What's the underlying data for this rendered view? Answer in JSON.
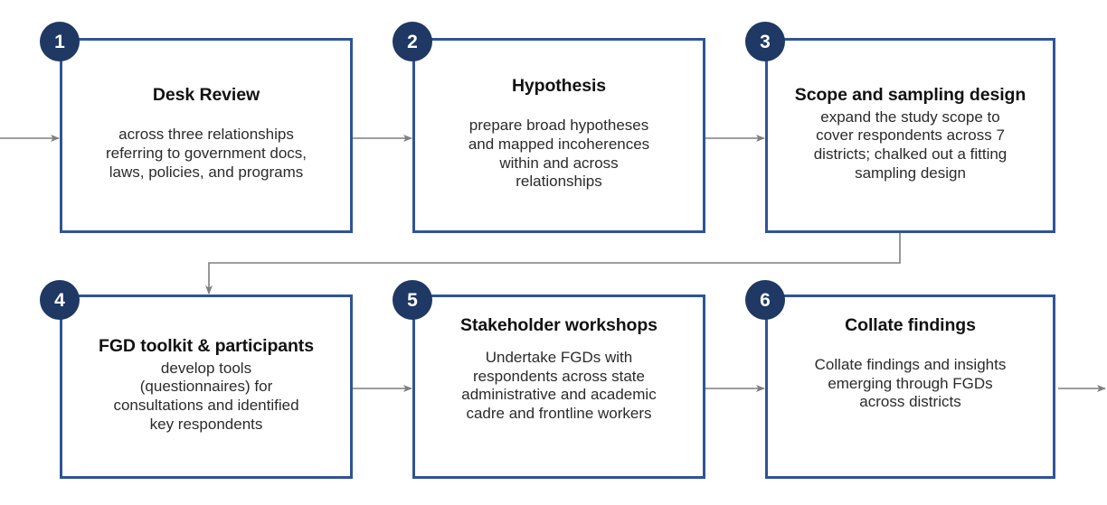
{
  "diagram": {
    "type": "process-flow",
    "orientation": "two-row-snake",
    "accent_border_color": "#2F5496",
    "badge_color": "#1F3864",
    "connector_color": "#7f7f7f",
    "background_color": "#FFFFFF",
    "step_count": 6
  },
  "steps": [
    {
      "number": "1",
      "title": "Desk Review",
      "desc": "across three relationships\nreferring to government docs,\nlaws, policies, and programs"
    },
    {
      "number": "2",
      "title": "Hypothesis",
      "desc": "prepare broad hypotheses\nand mapped incoherences\nwithin and across\nrelationships"
    },
    {
      "number": "3",
      "title": "Scope and sampling design",
      "desc": "expand the study scope to\ncover respondents across 7\ndistricts; chalked out a fitting\nsampling design"
    },
    {
      "number": "4",
      "title": "FGD toolkit & participants",
      "desc": "develop tools\n(questionnaires) for\nconsultations and identified\nkey respondents"
    },
    {
      "number": "5",
      "title": "Stakeholder workshops",
      "desc": "Undertake  FGDs with\nrespondents across state\nadministrative and academic\ncadre and frontline workers"
    },
    {
      "number": "6",
      "title": "Collate findings",
      "desc": "Collate  findings and insights\nemerging through FGDs\nacross districts"
    }
  ],
  "connectors": [
    {
      "name": "entry-arrow",
      "from": "canvas-left",
      "to": "step-1"
    },
    {
      "name": "arrow-1-to-2",
      "from": "step-1",
      "to": "step-2"
    },
    {
      "name": "arrow-2-to-3",
      "from": "step-2",
      "to": "step-3"
    },
    {
      "name": "elbow-3-to-4",
      "from": "step-3",
      "to": "step-4"
    },
    {
      "name": "arrow-4-to-5",
      "from": "step-4",
      "to": "step-5"
    },
    {
      "name": "arrow-5-to-6",
      "from": "step-5",
      "to": "step-6"
    },
    {
      "name": "exit-arrow",
      "from": "step-6",
      "to": "canvas-right"
    }
  ]
}
